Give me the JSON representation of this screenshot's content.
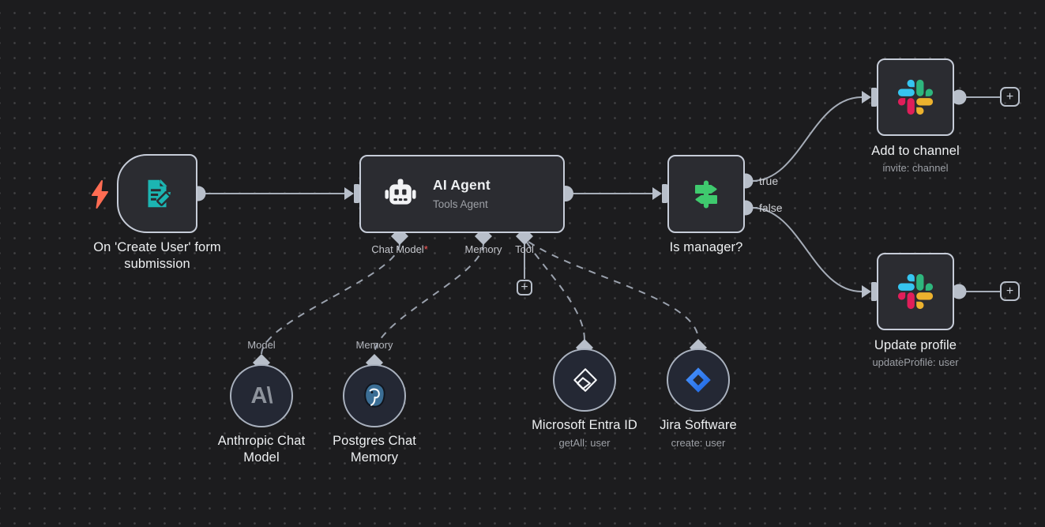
{
  "app": {
    "name": "workflow canvas"
  },
  "colors": {
    "canvas_bg": "#1c1c1e",
    "node_bg": "#2b2c31",
    "node_border": "#c6ccd8",
    "connector": "#b8bfca",
    "line": "#a6adb8",
    "text_primary": "#eef0f2",
    "text_secondary": "#9da0a6",
    "required_red": "#ff5c5c",
    "trigger_teal": "#1cb5b2",
    "bolt_orange": "#ff6c53",
    "if_green": "#3fca6e",
    "jira_blue": "#2684ff",
    "slack_blue": "#36C5F0",
    "slack_green": "#2EB67D",
    "slack_yellow": "#ECB22E",
    "slack_red": "#E01E5A"
  },
  "nodes": {
    "trigger": {
      "label": "On 'Create User' form submission",
      "icon": "form-edit-icon"
    },
    "agent": {
      "title": "AI Agent",
      "subtitle": "Tools Agent",
      "icon": "robot-icon",
      "ports": [
        {
          "label": "Chat Model",
          "required_marker": "*"
        },
        {
          "label": "Memory",
          "required_marker": ""
        },
        {
          "label": "Tool",
          "required_marker": ""
        }
      ]
    },
    "if_node": {
      "label": "Is manager?",
      "icon": "signpost-icon",
      "outputs": [
        {
          "label": "true"
        },
        {
          "label": "false"
        }
      ]
    },
    "slack_add": {
      "label": "Add to channel",
      "subtitle": "invite: channel",
      "icon": "slack-icon"
    },
    "slack_update": {
      "label": "Update profile",
      "subtitle": "updateProfile: user",
      "icon": "slack-icon"
    },
    "anthropic": {
      "label": "Anthropic Chat Model",
      "port_label": "Model",
      "logo_text": "A\\",
      "icon": "anthropic-icon"
    },
    "postgres": {
      "label": "Postgres Chat Memory",
      "port_label": "Memory",
      "icon": "postgres-icon"
    },
    "entra": {
      "label": "Microsoft Entra ID",
      "subtitle": "getAll: user",
      "icon": "entra-icon"
    },
    "jira": {
      "label": "Jira Software",
      "subtitle": "create: user",
      "icon": "jira-icon"
    }
  },
  "ui": {
    "plus_glyph": "+"
  }
}
